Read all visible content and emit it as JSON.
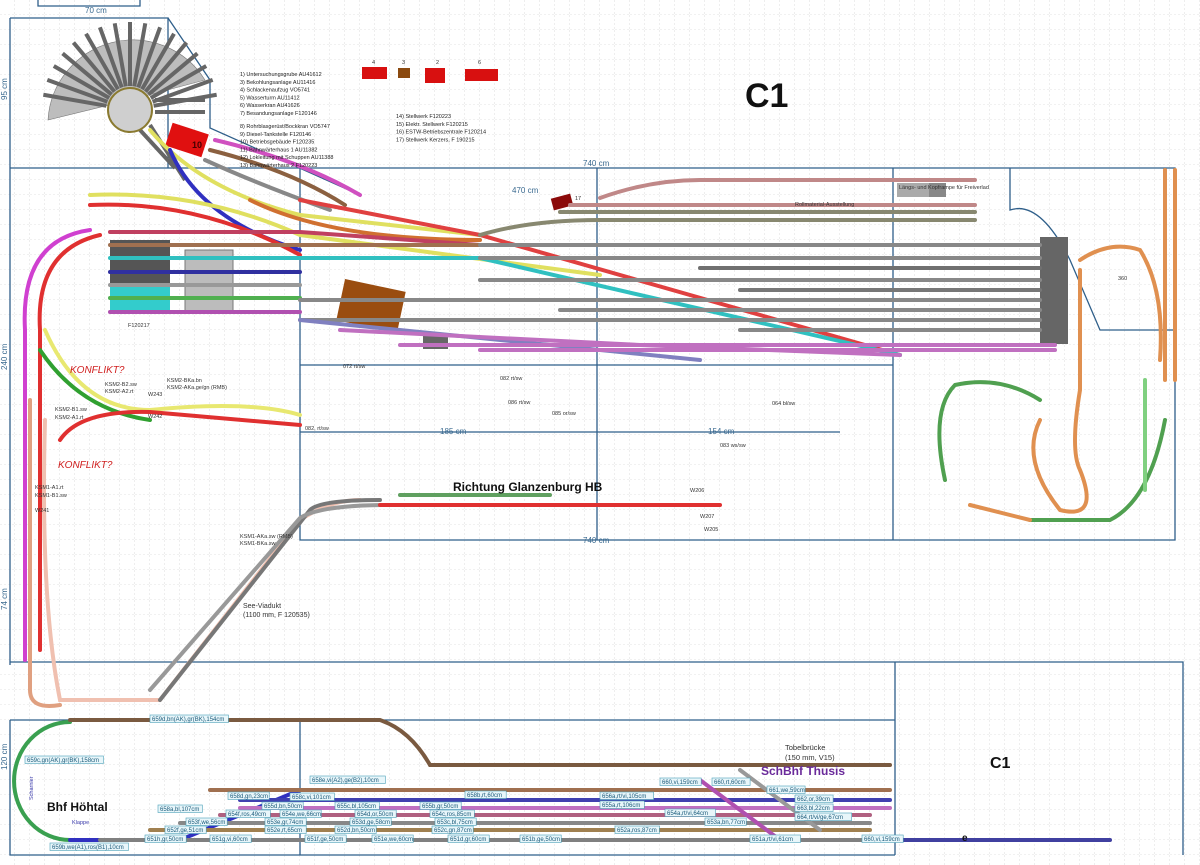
{
  "title": "C1",
  "title_bottom": "C1",
  "dimensions": {
    "d70": "70 cm",
    "d740a": "740 cm",
    "d470": "470 cm",
    "d185": "185 cm",
    "d154": "154 cm",
    "d740b": "740 cm",
    "d360": "360",
    "d120": "120 cm",
    "d240": "240 cm",
    "d74": "74 cm",
    "d95": "95 cm"
  },
  "legend_a": [
    "1) Untersuchungsgrube AU41612",
    "3) Bekohlungsanlage AU11416",
    "4) Schlackenaufzug VO5741",
    "5) Wasserturm AU11412",
    "6) Wasserkran AU41626",
    "7) Besandungsanlage F120146"
  ],
  "legend_b": [
    "8) Rohrblasgerüst/Bockkran VO5747",
    "9) Diesel-Tankstelle F120146",
    "10) Betriebsgebäude F120235",
    "11) Bahnwärterhaus 1 AU11382",
    "12) Lokleitung mit Schuppen AU11388",
    "13) Bahnwärterhaus 2 F120223"
  ],
  "legend_c": [
    "14) Stellwerk F120223",
    "15) Elektr. Stellwerk F120215",
    "16) ESTW-Betriebszentrale F120214",
    "17) Stellwerk Kerzers, F 190215"
  ],
  "building_tags": [
    "4",
    "3",
    "2",
    "6",
    "10",
    "17"
  ],
  "labels": {
    "ramp": "Längs- und Kopframpe für Freiverlad",
    "rollmaterial": "Rollmaterial-Ausstellung",
    "f120217": "F120217",
    "konflikt1": "KONFLIKT?",
    "konflikt2": "KONFLIKT?",
    "richtung": "Richtung Glanzenburg HB",
    "viadukt1": "See-Viadukt",
    "viadukt2": "(1100 mm, F 120535)",
    "tobel1": "Tobelbrücke",
    "tobel2": "(150 mm, V15)",
    "hoehtal": "Bhf Höhtal",
    "thusis": "SchBhf Thusis",
    "klappe": "Klappe",
    "scharnier": "Scharnier",
    "e": "e"
  },
  "track_labels_small": [
    "KSM2-B2.sw",
    "KSM2-A2.rt",
    "W243",
    "KSM2-BKa.bn",
    "KSM2-AKa.ge/gn (RMB)",
    "KSM2-B1.sw",
    "KSM2-A1.rt",
    "W242",
    "082, rt/sw",
    "KSM1-A1.rt",
    "KSM1-B1.sw",
    "W241",
    "KSM1-AKa.sw (RMB)",
    "KSM1-BKa.sw",
    "072 rt/sw",
    "082 rt/sw",
    "086 rt/sw",
    "085 or/sw",
    "064 bl/sw",
    "083 ws/sw",
    "W206",
    "W207",
    "W205"
  ],
  "track_labels_bottom": [
    "659d,bn(AK),gr(BK),154cm",
    "659c,gn(AK),gr(BK),158cm",
    "659b,we(A1),ros(B1),10cm",
    "658e,vi(A2),ge(B2),10cm",
    "658d,gn,23cm",
    "658c,vi,101cm",
    "658b,rt,60cm",
    "658a,bl,107cm",
    "655d,bn,50cm",
    "655c,bl,105cm",
    "655b,gr,50cm",
    "654f,ros,49cm",
    "654e,we,66cm",
    "654d,or,50cm",
    "654c,ros,85cm",
    "653f,we,56cm",
    "653e,gr,74cm",
    "653d,ge,58cm",
    "653c,bl,75cm",
    "652f,ge,51cm",
    "652e,rt,65cm",
    "652d,bn,50cm",
    "652c,gn,87cm",
    "651h,gr,50cm",
    "651g,vi,60cm",
    "651f,ge,50cm",
    "651e,we,60cm",
    "651d,gr,60cm",
    "660,vi,159cm",
    "660,rt,60cm",
    "661,we,59cm",
    "662,or,39cm",
    "663,bl,22cm",
    "664,rt/vi/ge,67cm",
    "656a,rt/vi,105cm",
    "655a,rt,106cm",
    "654a,rt/vi,64cm",
    "653a,bn,77cm",
    "652a,ros,87cm",
    "651a,rt/vi,61cm",
    "651b,ge,50cm",
    "660,vi,159cm"
  ],
  "colors": {
    "frame": "#2f5f8a",
    "grid": "#c8c8c8"
  }
}
